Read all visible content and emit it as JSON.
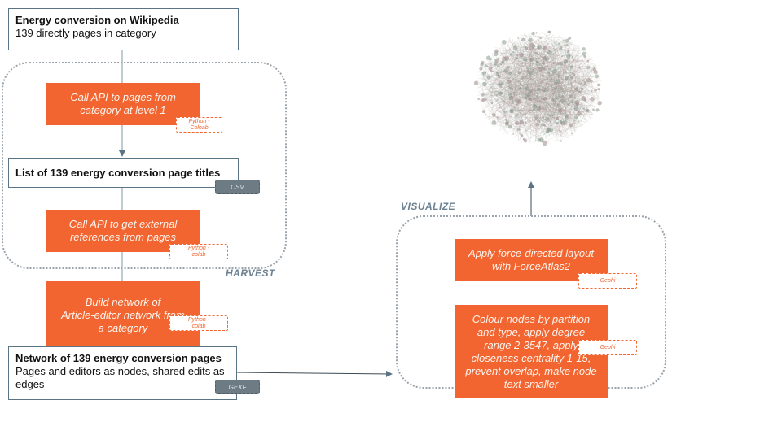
{
  "source": {
    "title": "Energy conversion on Wikipedia",
    "subtitle": "139 directly pages in category"
  },
  "harvest": {
    "label": "HARVEST",
    "step1": {
      "lines": [
        "Call API to pages from",
        "category at level 1"
      ],
      "tool": "Python - Coloab"
    },
    "list": {
      "title": "List of 139 energy conversion page titles",
      "format": "CSV"
    },
    "step2": {
      "lines": [
        "Call API to get external",
        "references from pages"
      ],
      "tool": "Python - colab"
    }
  },
  "build": {
    "lines": [
      "Build network of",
      "Article-editor network from",
      "a category"
    ],
    "tool": "Python - colab"
  },
  "network": {
    "title": "Network of 139 energy conversion pages",
    "lines": [
      "Pages and editors as nodes, shared edits as",
      "edges"
    ],
    "format": "GEXF"
  },
  "visualize": {
    "label": "VISUALIZE",
    "step1": {
      "lines": [
        "Apply force-directed layout",
        "with ForceAtlas2"
      ],
      "tool": "Gephi"
    },
    "step2": {
      "lines": [
        "Colour nodes by partition",
        "and type, apply degree",
        "range 2-3547, apply",
        "closeness centrality 1-15,",
        "prevent overlap, make node",
        "text smaller"
      ],
      "tool": "Gephi"
    }
  },
  "colors": {
    "accent": "#f26531",
    "frame": "#5a7485",
    "format_tag": "#6d7b85",
    "group_label": "#6c8191"
  }
}
